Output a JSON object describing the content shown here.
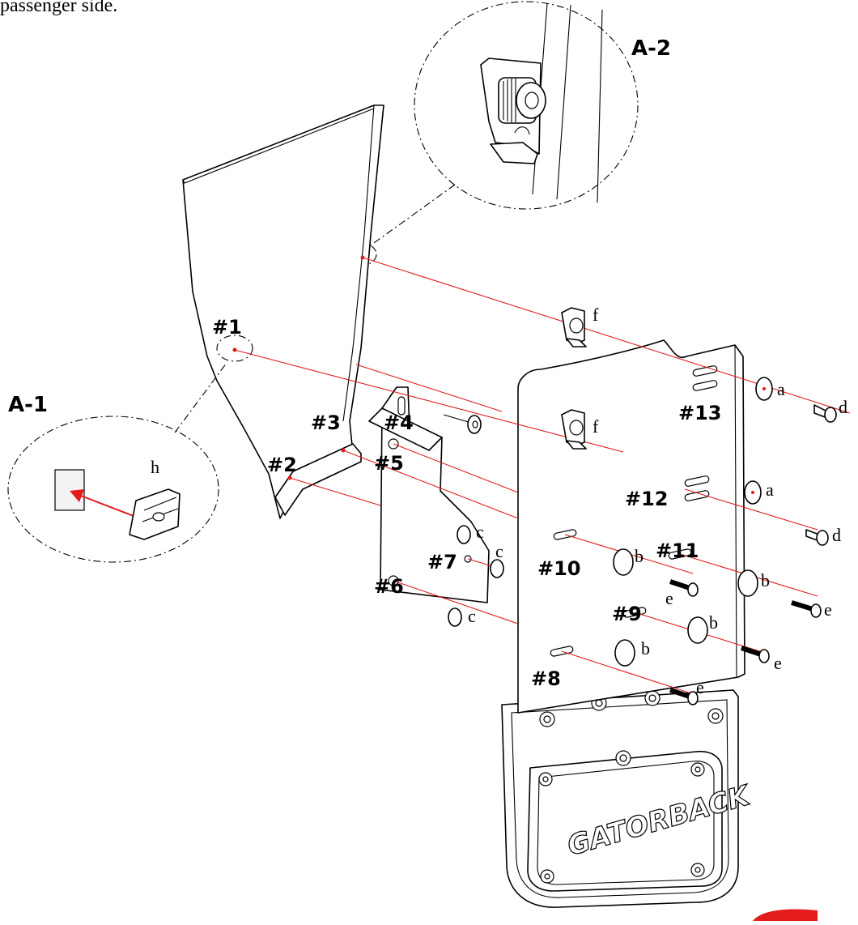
{
  "caption": "passenger side.",
  "detail_labels": {
    "a1": "A-1",
    "a2": "A-2"
  },
  "hole_labels": [
    "#1",
    "#2",
    "#3",
    "#4",
    "#5",
    "#6",
    "#7",
    "#8",
    "#9",
    "#10",
    "#11",
    "#12",
    "#13"
  ],
  "part_letters": {
    "a": "a",
    "b": "b",
    "c": "c",
    "d": "d",
    "e": "e",
    "f": "f",
    "h": "h"
  },
  "logo_text": "GATORBACK"
}
